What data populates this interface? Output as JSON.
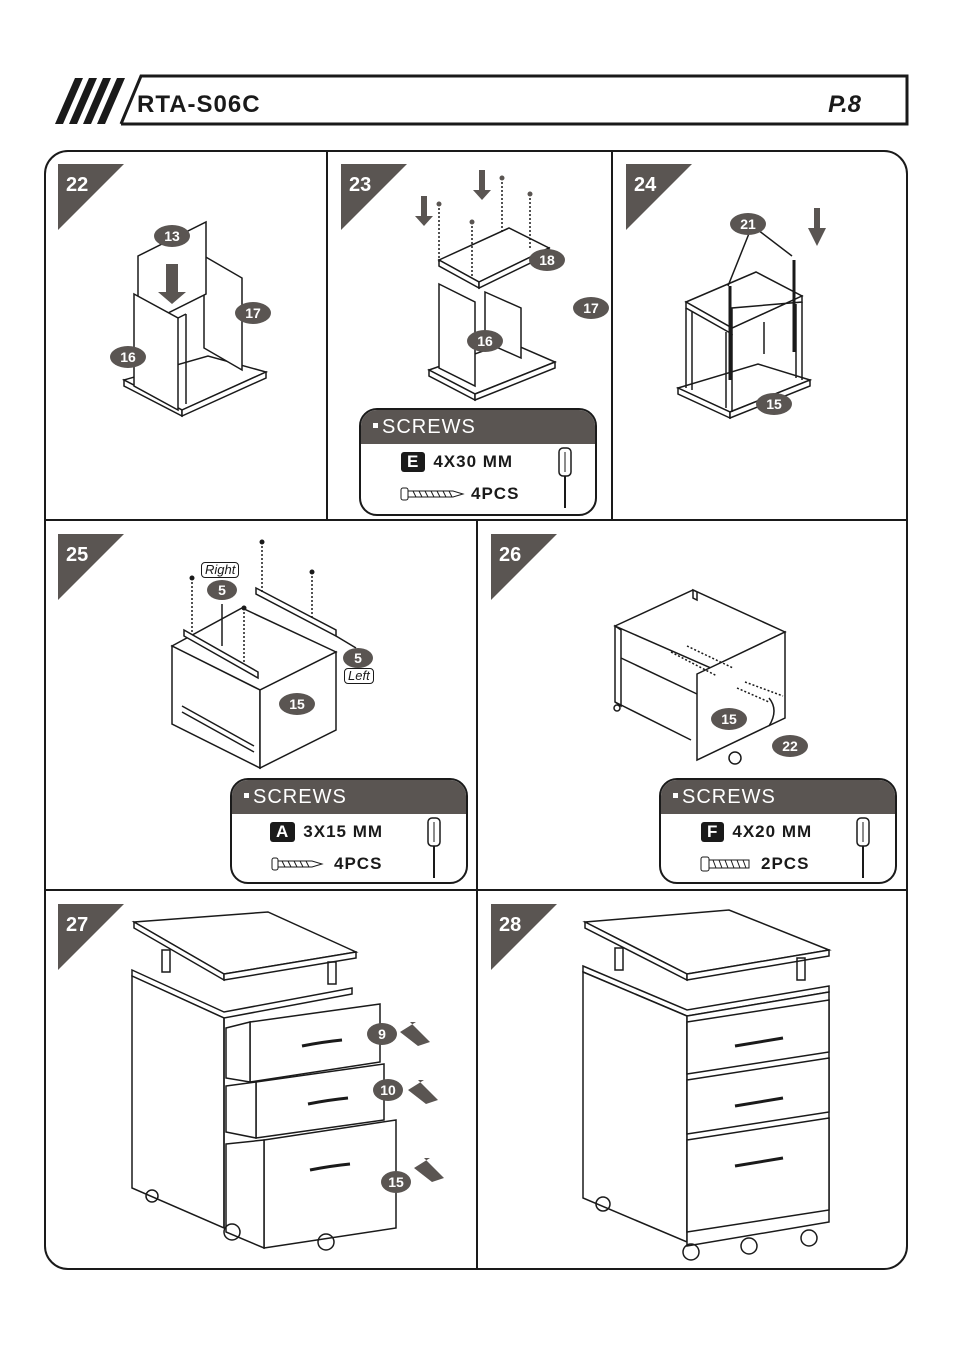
{
  "header": {
    "model": "RTA-S06C",
    "page": "P.8"
  },
  "steps": [
    {
      "number": "22",
      "parts": [
        "13",
        "17",
        "16"
      ]
    },
    {
      "number": "23",
      "parts": [
        "18",
        "17",
        "16"
      ],
      "screws": {
        "title": "SCREWS",
        "code": "E",
        "size": "4X30 MM",
        "qty": "4PCS"
      }
    },
    {
      "number": "24",
      "parts": [
        "21",
        "15"
      ]
    },
    {
      "number": "25",
      "parts": [
        "5",
        "5",
        "15"
      ],
      "labels": {
        "right": "Right",
        "left": "Left"
      },
      "screws": {
        "title": "SCREWS",
        "code": "A",
        "size": "3X15 MM",
        "qty": "4PCS"
      }
    },
    {
      "number": "26",
      "parts": [
        "15",
        "22"
      ],
      "screws": {
        "title": "SCREWS",
        "code": "F",
        "size": "4X20 MM",
        "qty": "2PCS"
      }
    },
    {
      "number": "27",
      "parts": [
        "9",
        "10",
        "15"
      ]
    },
    {
      "number": "28",
      "parts": []
    }
  ],
  "colors": {
    "ink": "#1a1a1a",
    "tag": "#5a5552",
    "paper": "#ffffff"
  }
}
